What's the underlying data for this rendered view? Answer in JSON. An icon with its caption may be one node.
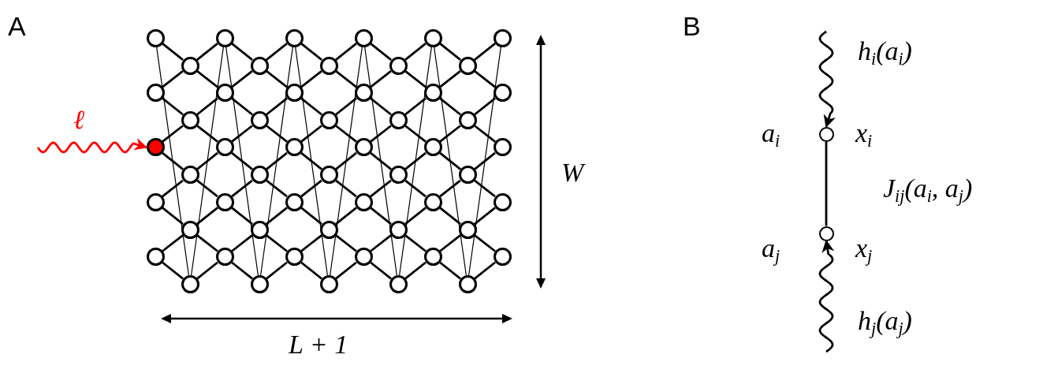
{
  "diagram": {
    "nodes": [
      {
        "text": [],
        "shape": "circle"
      },
      {
        "text": [],
        "shape": "circle"
      },
      {
        "text": [],
        "shape": "circle"
      },
      {
        "text": [],
        "shape": "circle"
      },
      {
        "text": [],
        "shape": "circle"
      },
      {
        "text": [],
        "shape": "circle"
      },
      {
        "text": [],
        "shape": "circle"
      },
      {
        "text": [],
        "shape": "circle"
      },
      {
        "text": [],
        "shape": "circle"
      },
      {
        "text": [],
        "shape": "circle"
      },
      {
        "text": [],
        "shape": "circle"
      },
      {
        "text": [],
        "shape": "circle"
      },
      {
        "text": [],
        "shape": "circle"
      },
      {
        "text": [],
        "shape": "circle"
      },
      {
        "text": [],
        "shape": "circle"
      },
      {
        "text": [],
        "shape": "circle"
      },
      {
        "text": [],
        "shape": "circle"
      },
      {
        "text": [],
        "shape": "circle"
      },
      {
        "text": [],
        "shape": "circle"
      },
      {
        "text": [],
        "shape": "circle"
      },
      {
        "text": [],
        "shape": "circle"
      },
      {
        "text": [],
        "shape": "circle"
      },
      {
        "text": [],
        "shape": "circle"
      },
      {
        "text": [],
        "shape": "circle"
      },
      {
        "text": [],
        "shape": "circle"
      },
      {
        "text": [],
        "shape": "circle"
      },
      {
        "text": [],
        "shape": "circle"
      },
      {
        "text": [],
        "shape": "circle"
      },
      {
        "text": [],
        "shape": "circle"
      },
      {
        "text": [],
        "shape": "circle"
      },
      {
        "text": [],
        "shape": "circle"
      },
      {
        "text": [],
        "shape": "circle"
      },
      {
        "text": [],
        "shape": "circle"
      },
      {
        "text": [],
        "shape": "circle"
      },
      {
        "text": [],
        "shape": "circle"
      },
      {
        "text": [],
        "shape": "circle"
      },
      {
        "text": [],
        "shape": "circle"
      },
      {
        "text": [],
        "shape": "circle"
      },
      {
        "text": [],
        "shape": "circle"
      },
      {
        "text": [],
        "shape": "circle"
      },
      {
        "text": [],
        "shape": "circle"
      },
      {
        "text": [],
        "shape": "circle"
      },
      {
        "text": [],
        "shape": "circle"
      },
      {
        "text": [],
        "shape": "circle"
      },
      {
        "text": [],
        "shape": "circle"
      },
      {
        "text": [],
        "shape": "circle"
      },
      {
        "text": [],
        "shape": "circle"
      },
      {
        "text": [],
        "shape": "circle"
      },
      {
        "text": [],
        "shape": "circle"
      },
      {
        "text": [],
        "shape": "circle"
      },
      {
        "text": [],
        "shape": "circle"
      },
      {
        "text": [],
        "shape": "circle"
      },
      {
        "text": [],
        "shape": "circle"
      },
      {
        "text": [],
        "shape": "circle"
      },
      {
        "text": [],
        "shape": "circle"
      },
      {
        "text": [],
        "shape": "circle",
        "beside": [
          "a$_{i}$",
          "x$_{i}$"
        ]
      },
      {
        "text": [],
        "shape": "circle",
        "beside": [
          "a$_{j}$",
          "x$_{j}$"
        ]
      }
    ],
    "edges": [
      {
        "from": 0,
        "to": 5,
        "arrow": "none"
      },
      {
        "from": 1,
        "to": 5,
        "arrow": "none"
      },
      {
        "from": 1,
        "to": 6,
        "arrow": "none"
      },
      {
        "from": 2,
        "to": 6,
        "arrow": "none"
      },
      {
        "from": 2,
        "to": 7,
        "arrow": "none"
      },
      {
        "from": 3,
        "to": 7,
        "arrow": "none"
      },
      {
        "from": 3,
        "to": 8,
        "arrow": "none"
      },
      {
        "from": 4,
        "to": 8,
        "arrow": "none"
      },
      {
        "from": 4,
        "to": 9,
        "arrow": "none"
      },
      {
        "from": 0,
        "to": 9,
        "arrow": "none"
      },
      {
        "from": 5,
        "to": 10,
        "arrow": "none"
      },
      {
        "from": 5,
        "to": 11,
        "arrow": "none"
      },
      {
        "from": 6,
        "to": 11,
        "arrow": "none"
      },
      {
        "from": 6,
        "to": 12,
        "arrow": "none"
      },
      {
        "from": 7,
        "to": 12,
        "arrow": "none"
      },
      {
        "from": 7,
        "to": 13,
        "arrow": "none"
      },
      {
        "from": 8,
        "to": 13,
        "arrow": "none"
      },
      {
        "from": 8,
        "to": 14,
        "arrow": "none"
      },
      {
        "from": 9,
        "to": 14,
        "arrow": "none"
      },
      {
        "from": 9,
        "to": 10,
        "arrow": "none"
      },
      {
        "from": 10,
        "to": 15,
        "arrow": "none"
      },
      {
        "from": 11,
        "to": 15,
        "arrow": "none"
      },
      {
        "from": 11,
        "to": 16,
        "arrow": "none"
      },
      {
        "from": 12,
        "to": 16,
        "arrow": "none"
      },
      {
        "from": 12,
        "to": 17,
        "arrow": "none"
      },
      {
        "from": 13,
        "to": 17,
        "arrow": "none"
      },
      {
        "from": 13,
        "to": 18,
        "arrow": "none"
      },
      {
        "from": 14,
        "to": 18,
        "arrow": "none"
      },
      {
        "from": 14,
        "to": 19,
        "arrow": "none"
      },
      {
        "from": 10,
        "to": 19,
        "arrow": "none"
      },
      {
        "from": 15,
        "to": 20,
        "arrow": "none"
      },
      {
        "from": 15,
        "to": 21,
        "arrow": "none"
      },
      {
        "from": 16,
        "to": 21,
        "arrow": "none"
      },
      {
        "from": 16,
        "to": 22,
        "arrow": "none"
      },
      {
        "from": 17,
        "to": 22,
        "arrow": "none"
      },
      {
        "from": 17,
        "to": 23,
        "arrow": "none"
      },
      {
        "from": 18,
        "to": 23,
        "arrow": "none"
      },
      {
        "from": 18,
        "to": 24,
        "arrow": "none"
      },
      {
        "from": 19,
        "to": 24,
        "arrow": "none"
      },
      {
        "from": 19,
        "to": 20,
        "arrow": "none"
      },
      {
        "from": 20,
        "to": 25,
        "arrow": "none"
      },
      {
        "from": 21,
        "to": 25,
        "arrow": "none"
      },
      {
        "from": 21,
        "to": 26,
        "arrow": "none"
      },
      {
        "from": 22,
        "to": 26,
        "arrow": "none"
      },
      {
        "from": 22,
        "to": 27,
        "arrow": "none"
      },
      {
        "from": 23,
        "to": 27,
        "arrow": "none"
      },
      {
        "from": 23,
        "to": 28,
        "arrow": "none"
      },
      {
        "from": 24,
        "to": 28,
        "arrow": "none"
      },
      {
        "from": 24,
        "to": 29,
        "arrow": "none"
      },
      {
        "from": 20,
        "to": 29,
        "arrow": "none"
      },
      {
        "from": 25,
        "to": 30,
        "arrow": "none"
      },
      {
        "from": 25,
        "to": 31,
        "arrow": "none"
      },
      {
        "from": 26,
        "to": 31,
        "arrow": "none"
      },
      {
        "from": 26,
        "to": 32,
        "arrow": "none"
      },
      {
        "from": 27,
        "to": 32,
        "arrow": "none"
      },
      {
        "from": 27,
        "to": 33,
        "arrow": "none"
      },
      {
        "from": 28,
        "to": 33,
        "arrow": "none"
      },
      {
        "from": 28,
        "to": 34,
        "arrow": "none"
      },
      {
        "from": 29,
        "to": 34,
        "arrow": "none"
      },
      {
        "from": 29,
        "to": 30,
        "arrow": "none"
      },
      {
        "from": 30,
        "to": 35,
        "arrow": "none"
      },
      {
        "from": 31,
        "to": 35,
        "arrow": "none"
      },
      {
        "from": 31,
        "to": 36,
        "arrow": "none"
      },
      {
        "from": 32,
        "to": 36,
        "arrow": "none"
      },
      {
        "from": 32,
        "to": 37,
        "arrow": "none"
      },
      {
        "from": 33,
        "to": 37,
        "arrow": "none"
      },
      {
        "from": 33,
        "to": 38,
        "arrow": "none"
      },
      {
        "from": 34,
        "to": 38,
        "arrow": "none"
      },
      {
        "from": 34,
        "to": 39,
        "arrow": "none"
      },
      {
        "from": 30,
        "to": 39,
        "arrow": "none"
      },
      {
        "from": 35,
        "to": 40,
        "arrow": "none"
      },
      {
        "from": 35,
        "to": 41,
        "arrow": "none"
      },
      {
        "from": 36,
        "to": 41,
        "arrow": "none"
      },
      {
        "from": 36,
        "to": 42,
        "arrow": "none"
      },
      {
        "from": 37,
        "to": 42,
        "arrow": "none"
      },
      {
        "from": 37,
        "to": 43,
        "arrow": "none"
      },
      {
        "from": 38,
        "to": 43,
        "arrow": "none"
      },
      {
        "from": 38,
        "to": 44,
        "arrow": "none"
      },
      {
        "from": 39,
        "to": 44,
        "arrow": "none"
      },
      {
        "from": 39,
        "to": 40,
        "arrow": "none"
      },
      {
        "from": 40,
        "to": 45,
        "arrow": "none"
      },
      {
        "from": 41,
        "to": 45,
        "arrow": "none"
      },
      {
        "from": 41,
        "to": 46,
        "arrow": "none"
      },
      {
        "from": 42,
        "to": 46,
        "arrow": "none"
      },
      {
        "from": 42,
        "to": 47,
        "arrow": "none"
      },
      {
        "from": 43,
        "to": 47,
        "arrow": "none"
      },
      {
        "from": 43,
        "to": 48,
        "arrow": "none"
      },
      {
        "from": 44,
        "to": 48,
        "arrow": "none"
      },
      {
        "from": 44,
        "to": 49,
        "arrow": "none"
      },
      {
        "from": 40,
        "to": 49,
        "arrow": "none"
      },
      {
        "from": 45,
        "to": 50,
        "arrow": "none"
      },
      {
        "from": 45,
        "to": 51,
        "arrow": "none"
      },
      {
        "from": 46,
        "to": 51,
        "arrow": "none"
      },
      {
        "from": 46,
        "to": 52,
        "arrow": "none"
      },
      {
        "from": 47,
        "to": 52,
        "arrow": "none"
      },
      {
        "from": 47,
        "to": 53,
        "arrow": "none"
      },
      {
        "from": 48,
        "to": 53,
        "arrow": "none"
      },
      {
        "from": 48,
        "to": 54,
        "arrow": "none"
      },
      {
        "from": 49,
        "to": 54,
        "arrow": "none"
      },
      {
        "from": 49,
        "to": 50,
        "arrow": "none"
      },
      {
        "from": null,
        "to": 2,
        "arrow": "to",
        "label": "ℓ",
        "color": "#ff0000"
      },
      {
        "from": null,
        "to": 55,
        "arrow": "to",
        "label": "h$_{i}$(a$_{i}$)"
      },
      {
        "from": 55,
        "to": 56,
        "arrow": "none",
        "label": "J$_{ij}$(a$_{i}$, a$_{j}$)"
      },
      {
        "from": null,
        "to": 56,
        "arrow": "to",
        "label": "h$_{j}$(a$_{j}$)"
      }
    ],
    "labels": [
      "A",
      "W",
      "L + 1",
      "B"
    ]
  }
}
